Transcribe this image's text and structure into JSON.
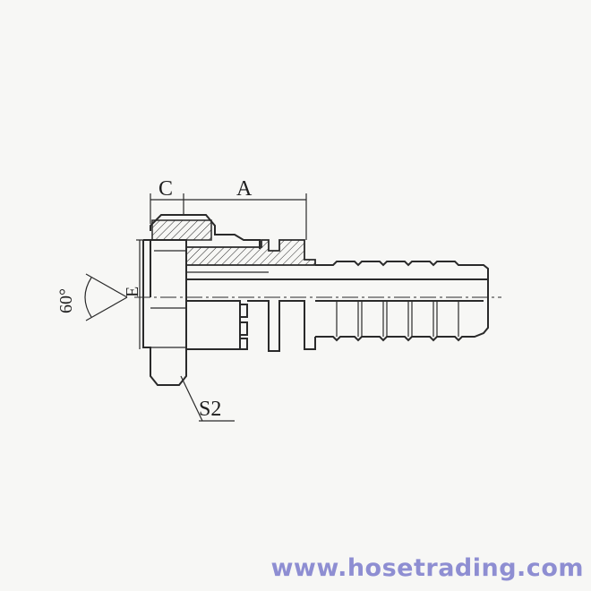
{
  "labels": {
    "dim_c": "C",
    "dim_a": "A",
    "dim_e": "E",
    "angle": "60°",
    "hex_size": "S2"
  },
  "watermark": "www.hosetrading.com",
  "colors": {
    "ink": "#2a2a2a",
    "watermark": "#8e8ed2",
    "background": "#f7f7f5"
  }
}
